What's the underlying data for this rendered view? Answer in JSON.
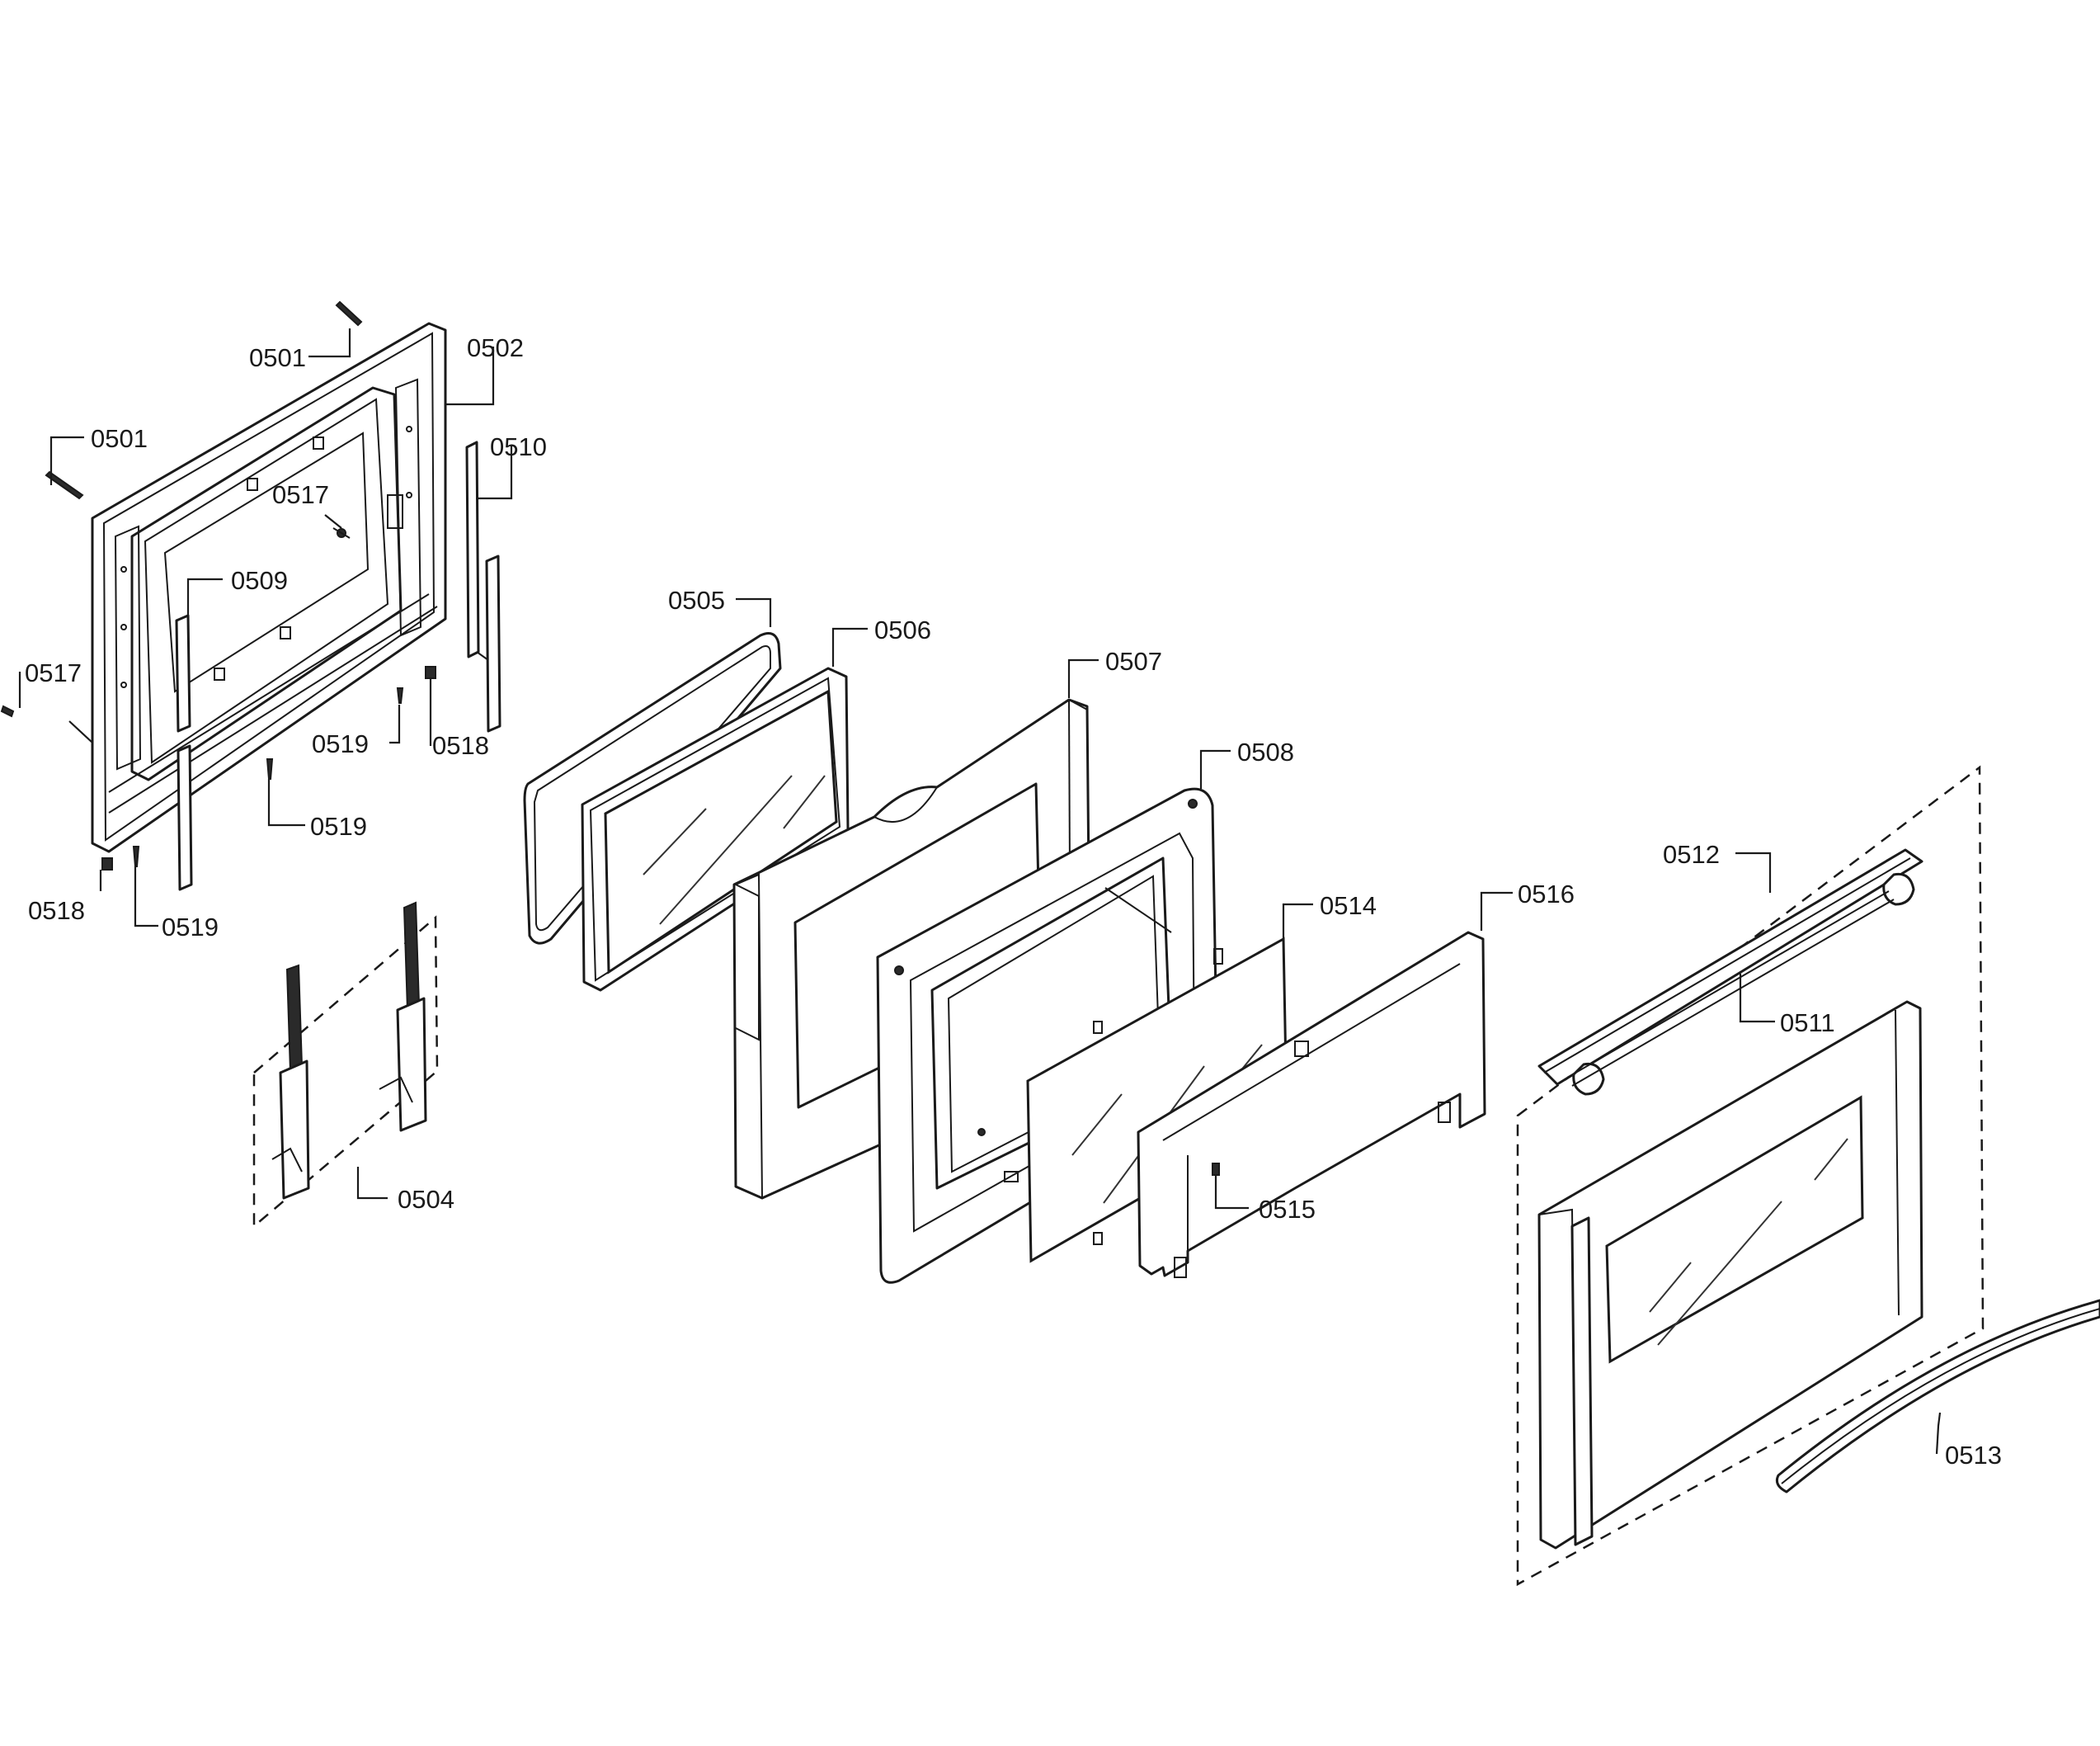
{
  "callouts": [
    {
      "id": "c-0501-top",
      "label": "0501"
    },
    {
      "id": "c-0501-left",
      "label": "0501"
    },
    {
      "id": "c-0502",
      "label": "0502"
    },
    {
      "id": "c-0510",
      "label": "0510"
    },
    {
      "id": "c-0517-top",
      "label": "0517"
    },
    {
      "id": "c-0509",
      "label": "0509"
    },
    {
      "id": "c-0517-left",
      "label": "0517"
    },
    {
      "id": "c-0519-a",
      "label": "0519"
    },
    {
      "id": "c-0518-right",
      "label": "0518"
    },
    {
      "id": "c-0519-b",
      "label": "0519"
    },
    {
      "id": "c-0518-left",
      "label": "0518"
    },
    {
      "id": "c-0519-c",
      "label": "0519"
    },
    {
      "id": "c-0504",
      "label": "0504"
    },
    {
      "id": "c-0505",
      "label": "0505"
    },
    {
      "id": "c-0506",
      "label": "0506"
    },
    {
      "id": "c-0507",
      "label": "0507"
    },
    {
      "id": "c-0508",
      "label": "0508"
    },
    {
      "id": "c-0514",
      "label": "0514"
    },
    {
      "id": "c-0516",
      "label": "0516"
    },
    {
      "id": "c-0515",
      "label": "0515"
    },
    {
      "id": "c-0512",
      "label": "0512"
    },
    {
      "id": "c-0511",
      "label": "0511"
    },
    {
      "id": "c-0513",
      "label": "0513"
    }
  ]
}
